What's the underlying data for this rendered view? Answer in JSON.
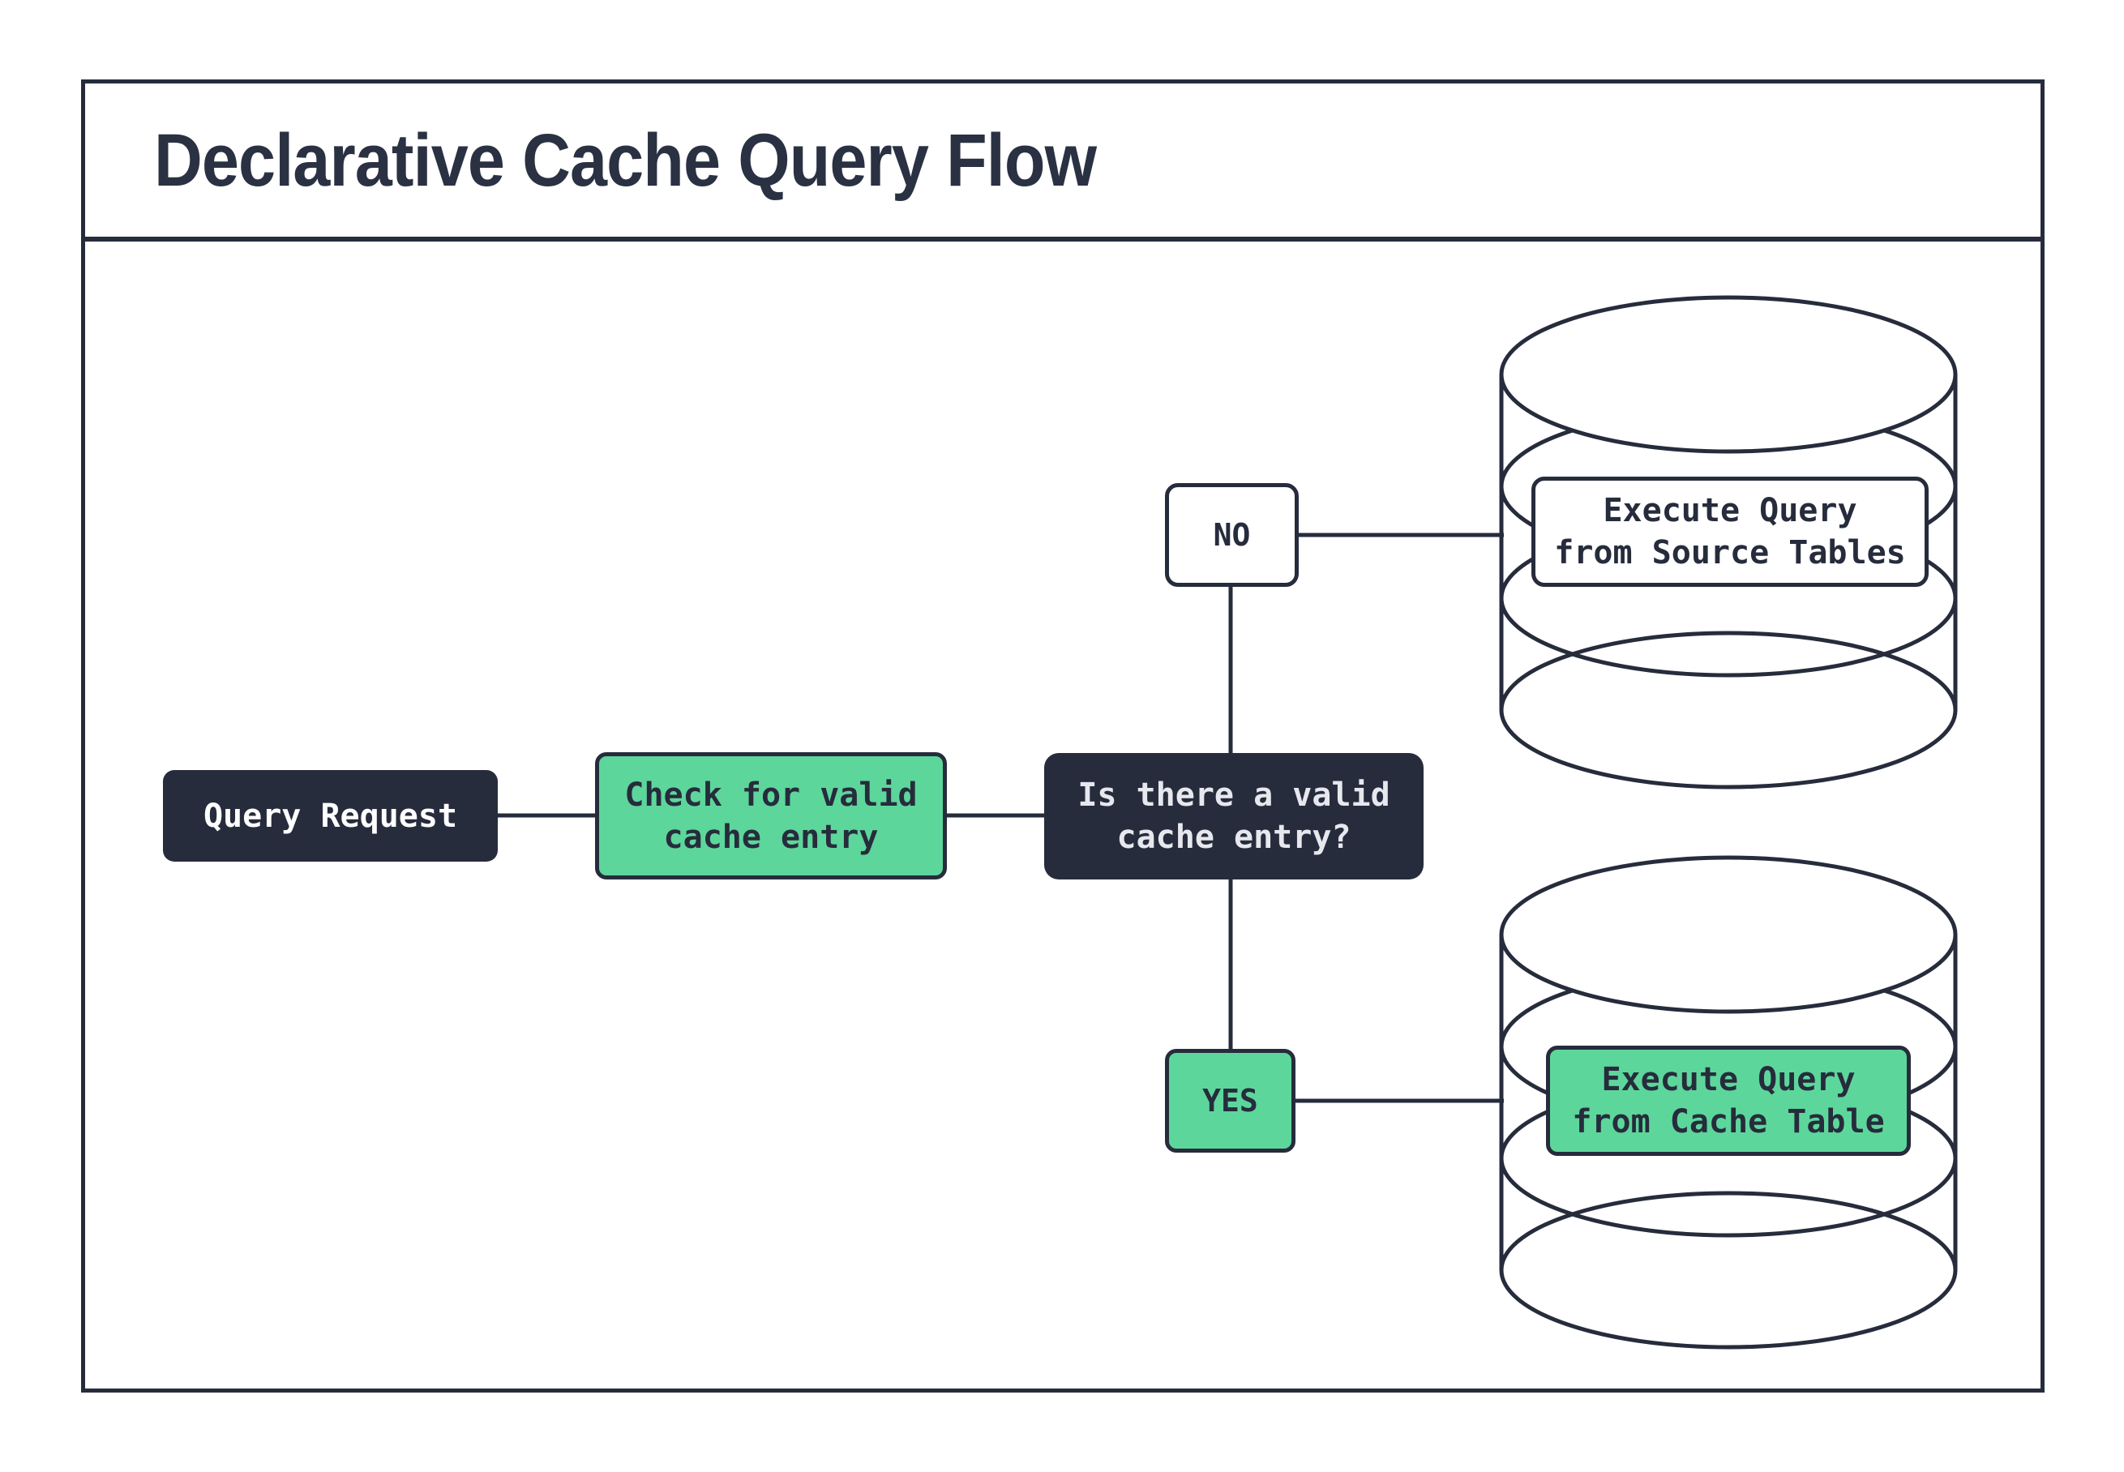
{
  "title": "Declarative Cache Query Flow",
  "colors": {
    "outline_dark": "#262c3c",
    "accent_green": "#5dd69b",
    "title_text": "#2a3142",
    "light_text": "#e6e8ee",
    "background": "#ffffff"
  },
  "nodes": {
    "query_request": {
      "label": "Query Request"
    },
    "check_cache": {
      "label": "Check for valid\ncache entry"
    },
    "decision": {
      "label": "Is there a valid\ncache entry?"
    },
    "no_branch": {
      "label": "NO"
    },
    "yes_branch": {
      "label": "YES"
    },
    "execute_source": {
      "label": "Execute Query\nfrom Source Tables"
    },
    "execute_cache": {
      "label": "Execute Query\nfrom Cache Table"
    }
  },
  "connections": [
    {
      "from": "query_request",
      "to": "check_cache"
    },
    {
      "from": "check_cache",
      "to": "decision"
    },
    {
      "from": "decision",
      "to": "no_branch"
    },
    {
      "from": "no_branch",
      "to": "execute_source"
    },
    {
      "from": "decision",
      "to": "yes_branch"
    },
    {
      "from": "yes_branch",
      "to": "execute_cache"
    }
  ]
}
